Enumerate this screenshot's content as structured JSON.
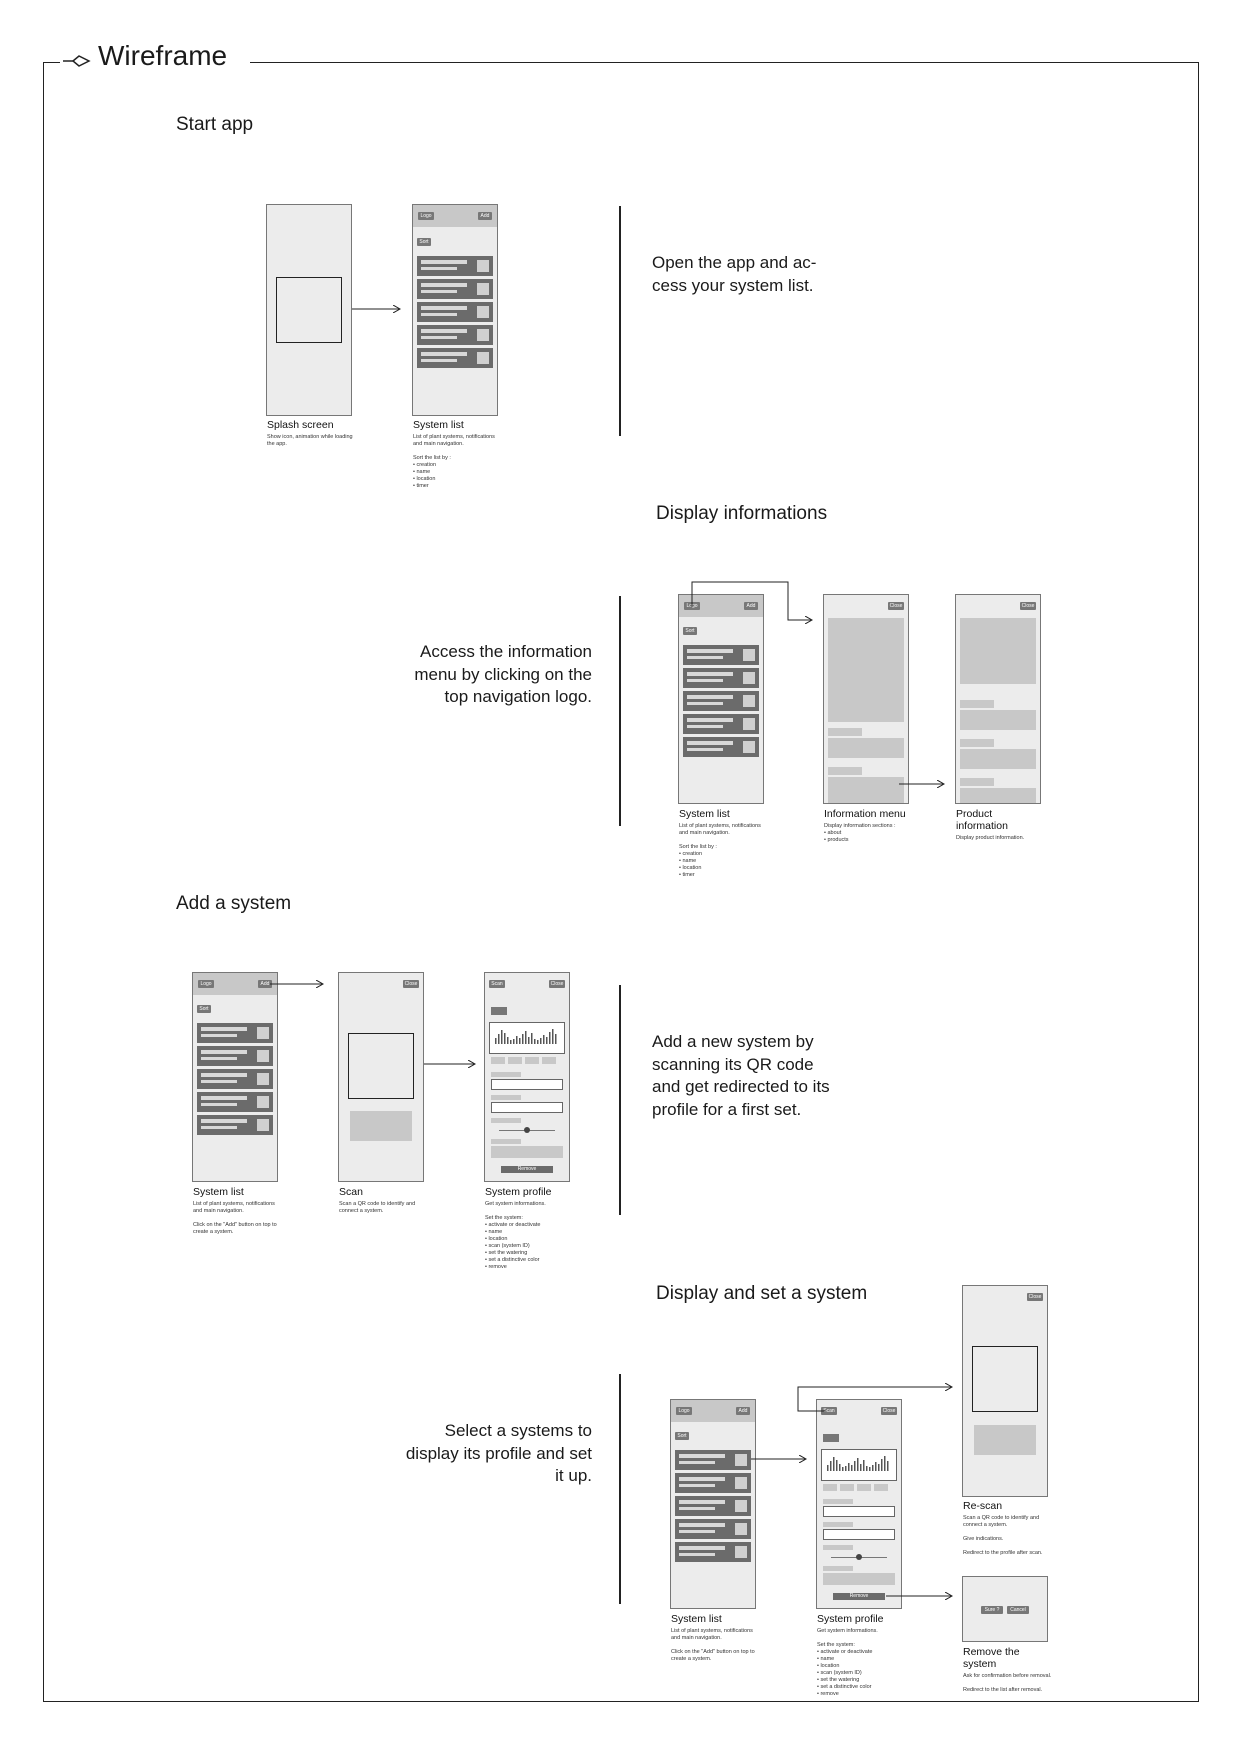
{
  "frame": {
    "title": "Wireframe"
  },
  "sections": {
    "start": {
      "title": "Start app",
      "description": "Open the app and ac-\ncess your system list."
    },
    "info": {
      "title": "Display informations",
      "description": "Access the information\nmenu by clicking on the\ntop navigation logo."
    },
    "add": {
      "title": "Add a system",
      "description": "Add a new system by\nscanning its QR code\nand get redirected to its\nprofile for a first set."
    },
    "set": {
      "title": "Display and set a system",
      "description": "Select a systems to\ndisplay its profile and set\nit up."
    }
  },
  "screens": {
    "splash": {
      "label": "Splash screen",
      "note": "Show icon, animation while loading\nthe app."
    },
    "system_list": {
      "label": "System list",
      "note": "List of plant systems, notifications\nand main navigation.\n\nSort the list by :\n•  creation\n•  name\n•  location\n•  timer"
    },
    "system_list_add": {
      "label": "System list",
      "note": "List of plant systems, notifications\nand main navigation.\n\nClick on the \"Add\" button on top to\ncreate a system."
    },
    "info_menu": {
      "label": "Information menu",
      "note": "Display information sections :\n•  about\n•  products"
    },
    "product_info": {
      "label": "Product\ninformation",
      "note": "Display product information."
    },
    "scan": {
      "label": "Scan",
      "note": "Scan a QR code to identify and\nconnect a system."
    },
    "system_profile": {
      "label": "System profile",
      "note": "Get system informations.\n\nSet the system:\n•  activate or deactivate\n•  name\n•  location\n•  scan (system ID)\n•  set the watering\n•  set a distinctive color\n•  remove"
    },
    "rescan": {
      "label": "Re-scan",
      "note": "Scan a QR code to identify and\nconnect a system.\n\nGive indications.\n\nRedirect to the profile after scan."
    },
    "remove": {
      "label": "Remove the\nsystem",
      "note": "Ask for confirmation before removal.\n\nRedirect to the list after removal."
    }
  },
  "ui": {
    "logo": "Logo",
    "add": "Add",
    "sort": "Sort",
    "close": "Close",
    "scan": "Scan",
    "remove": "Remove",
    "sure": "Sure ?",
    "cancel": "Cancel"
  }
}
